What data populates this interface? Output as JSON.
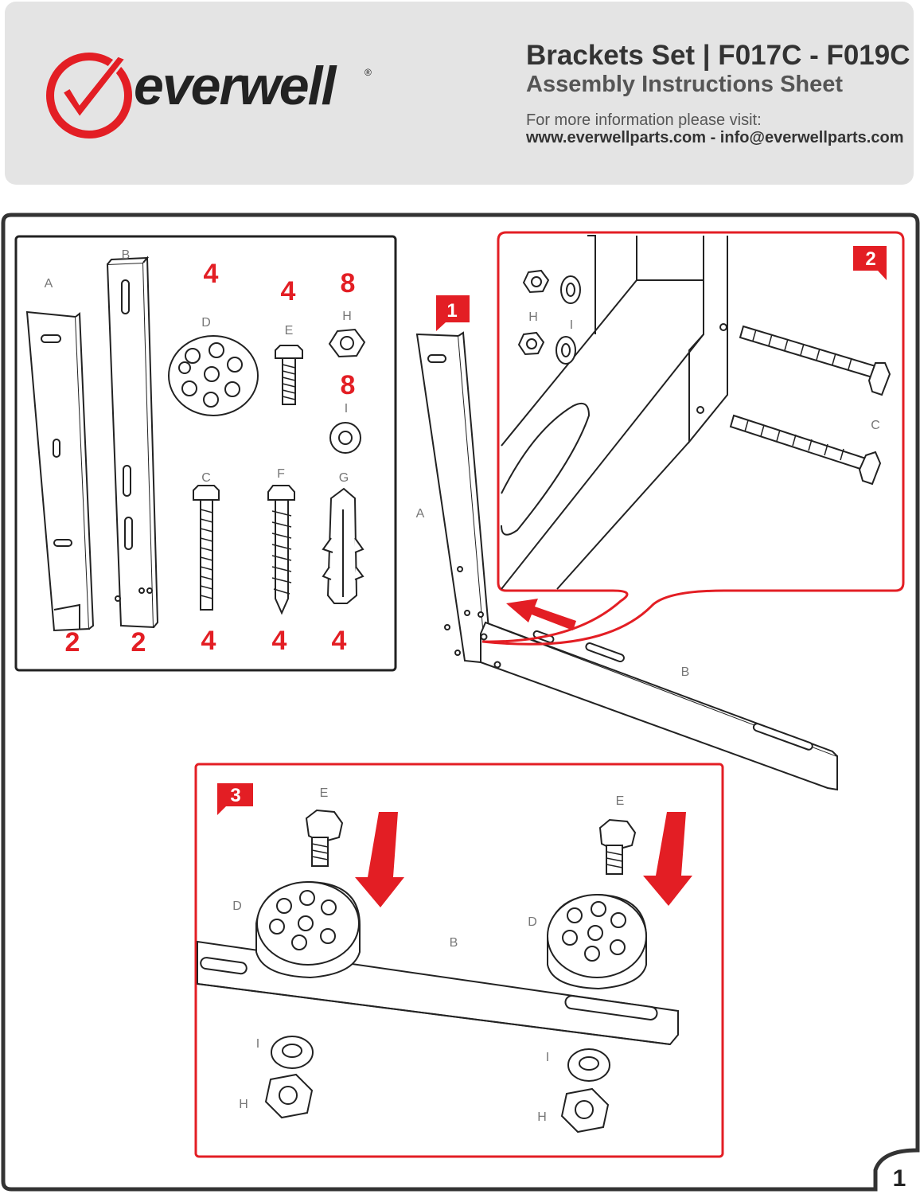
{
  "header": {
    "brand": "everwell",
    "trademark": "®",
    "title": "Brackets Set | F017C - F019C",
    "subtitle": "Assembly Instructions Sheet",
    "visit_text": "For more information please visit:",
    "contact": "www.everwellparts.com - info@everwellparts.com"
  },
  "parts": [
    {
      "letter": "A",
      "qty": "2",
      "icon": "wall-bracket-icon"
    },
    {
      "letter": "B",
      "qty": "2",
      "icon": "support-arm-icon"
    },
    {
      "letter": "D",
      "qty": "4",
      "icon": "rubber-foot-icon"
    },
    {
      "letter": "E",
      "qty": "4",
      "icon": "short-bolt-icon"
    },
    {
      "letter": "H",
      "qty": "8",
      "icon": "hex-nut-icon"
    },
    {
      "letter": "I",
      "qty": "8",
      "icon": "washer-icon"
    },
    {
      "letter": "C",
      "qty": "4",
      "icon": "long-bolt-icon"
    },
    {
      "letter": "F",
      "qty": "4",
      "icon": "lag-screw-icon"
    },
    {
      "letter": "G",
      "qty": "4",
      "icon": "wall-anchor-icon"
    }
  ],
  "steps": {
    "step1": {
      "number": "1",
      "labels": {
        "a": "A",
        "b": "B"
      }
    },
    "step2": {
      "number": "2",
      "labels": {
        "h": "H",
        "i": "I",
        "c": "C"
      }
    },
    "step3": {
      "number": "3",
      "labels": {
        "e1": "E",
        "e2": "E",
        "d1": "D",
        "d2": "D",
        "b": "B",
        "i1": "I",
        "i2": "I",
        "h1": "H",
        "h2": "H"
      }
    }
  },
  "page_number": "1",
  "colors": {
    "accent": "#e31e24",
    "header_bg": "#e4e4e4",
    "frame": "#333333"
  }
}
